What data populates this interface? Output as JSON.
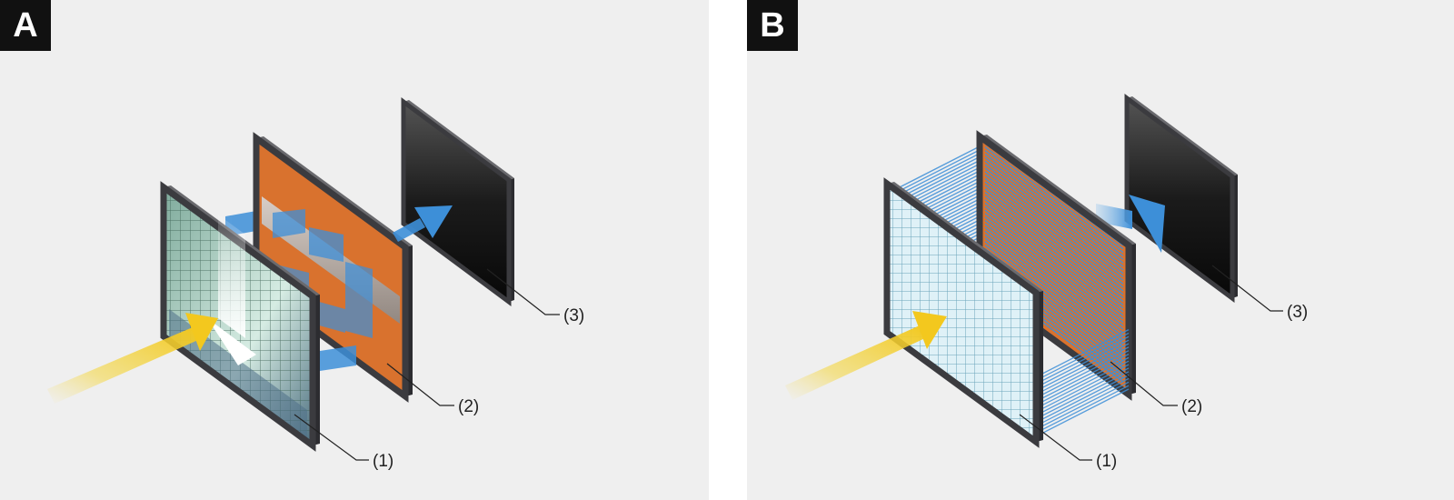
{
  "panels": [
    {
      "letter": "A",
      "callouts": {
        "c1": "(1)",
        "c2": "(2)",
        "c3": "(3)"
      }
    },
    {
      "letter": "B",
      "callouts": {
        "c1": "(1)",
        "c2": "(2)",
        "c3": "(3)"
      }
    }
  ],
  "colors": {
    "background": "#efefef",
    "frame": "#3b3b3f",
    "orange_filter": "#d9722e",
    "blue_flow": "#3d8fd8",
    "yellow_flow": "#f3d23a",
    "mesh_a": "#6f9b8c",
    "mesh_b": "#bfe2ef"
  }
}
